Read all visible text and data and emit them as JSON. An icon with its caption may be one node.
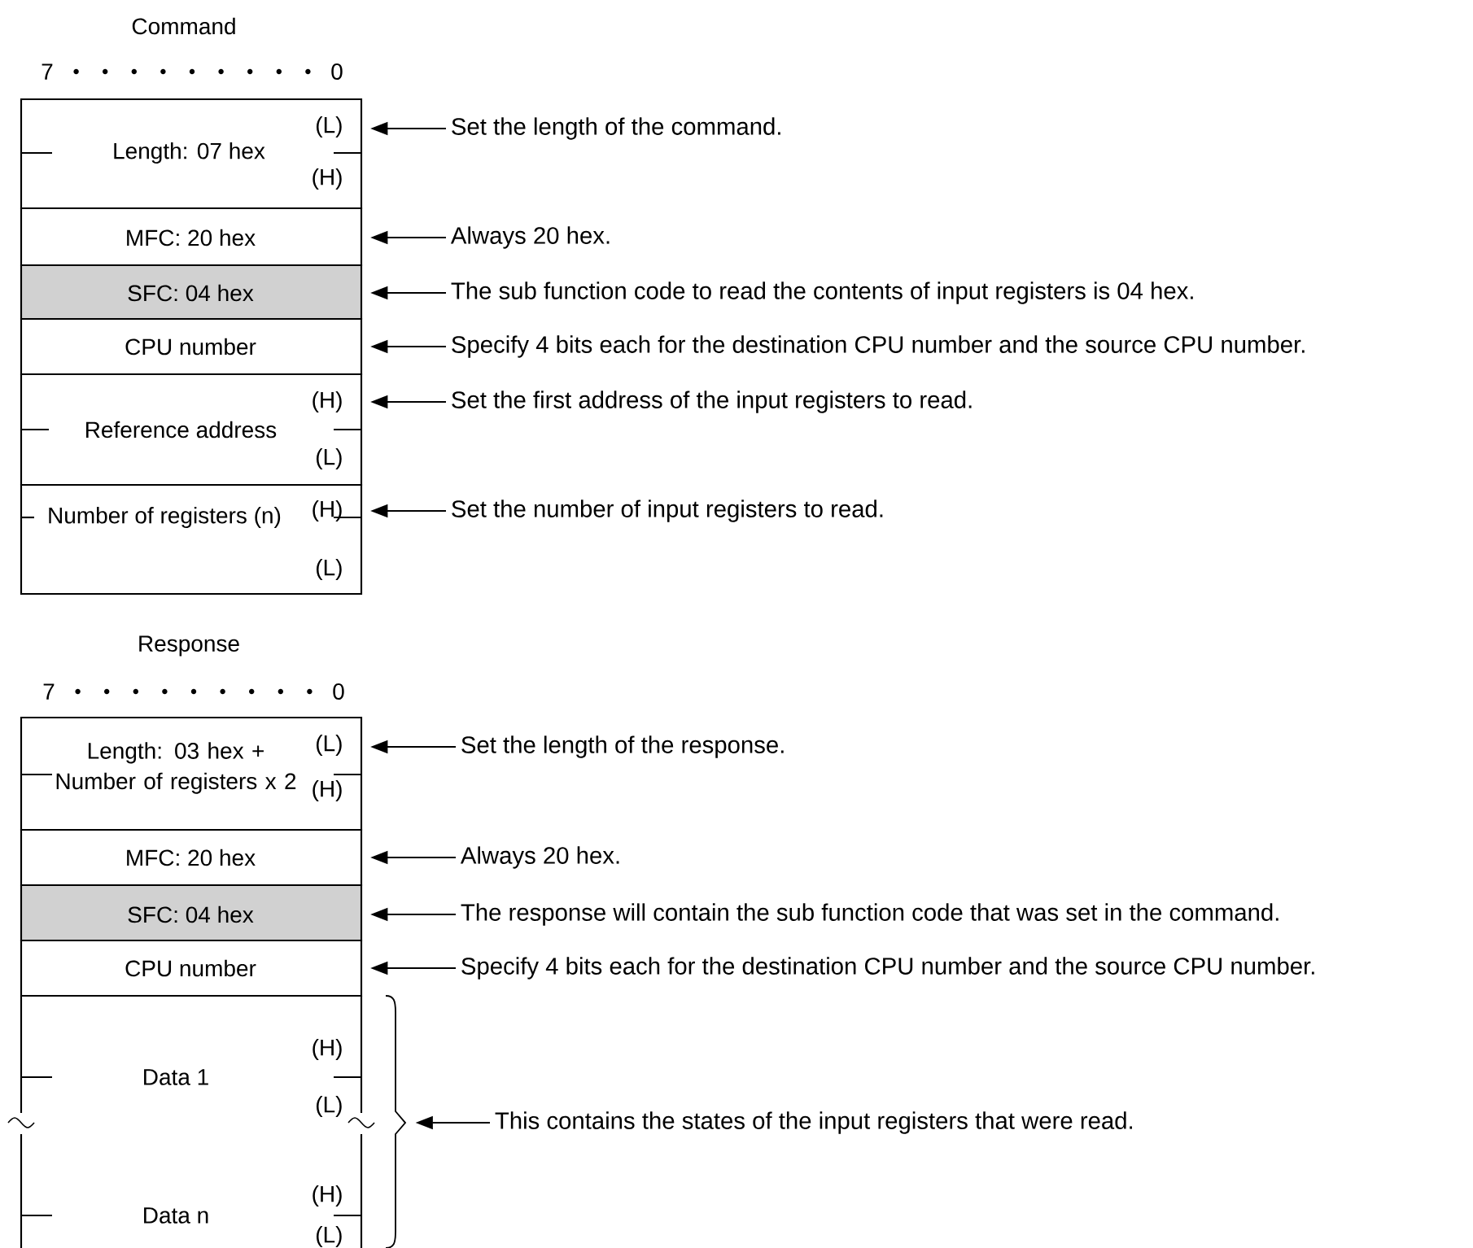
{
  "diagram": {
    "nodes": [
      {
        "text": [
          "Length: 07 hex",
          "(L)",
          "(H)"
        ]
      },
      {
        "text": [
          "Set the length of the command."
        ]
      },
      {
        "text": [
          "MFC: 20 hex"
        ]
      },
      {
        "text": [
          "Always 20 hex."
        ]
      },
      {
        "text": [
          "SFC: 04 hex"
        ]
      },
      {
        "text": [
          "The sub function code to read the contents of input registers is 04 hex."
        ]
      },
      {
        "text": [
          "CPU number"
        ]
      },
      {
        "text": [
          "Specify 4 bits each for the destination CPU number and the source CPU number."
        ]
      },
      {
        "text": [
          "Reference address",
          "(H)",
          "(L)"
        ]
      },
      {
        "text": [
          "Set the first address of the input registers to read."
        ]
      },
      {
        "text": [
          "Number of registers (n)",
          "(H)",
          "(L)"
        ]
      },
      {
        "text": [
          "Set the number of input registers to read."
        ]
      },
      {
        "text": [
          "Length: 03 hex + Number of registers x 2",
          "(L)",
          "(H)"
        ]
      },
      {
        "text": [
          "Set the length of the response."
        ]
      },
      {
        "text": [
          "MFC: 20 hex"
        ]
      },
      {
        "text": [
          "Always 20 hex."
        ]
      },
      {
        "text": [
          "SFC: 04 hex"
        ]
      },
      {
        "text": [
          "The response will contain the sub function code that was set in the command."
        ]
      },
      {
        "text": [
          "CPU number"
        ]
      },
      {
        "text": [
          "Specify 4 bits each for the destination CPU number and the source CPU number."
        ]
      },
      {
        "text": [
          "Data 1",
          "(H)",
          "(L)"
        ]
      },
      {
        "text": [
          "Data n",
          "(H)",
          "(L)"
        ]
      },
      {
        "text": [],
        "shape": "brace"
      },
      {
        "text": [
          "This contains the states of the input registers that were read."
        ]
      }
    ],
    "edges": [
      {
        "from": 1,
        "to": 0,
        "arrow": "to"
      },
      {
        "from": 3,
        "to": 2,
        "arrow": "to"
      },
      {
        "from": 5,
        "to": 4,
        "arrow": "to"
      },
      {
        "from": 7,
        "to": 6,
        "arrow": "to"
      },
      {
        "from": 9,
        "to": 8,
        "arrow": "to"
      },
      {
        "from": 11,
        "to": 10,
        "arrow": "to"
      },
      {
        "from": 13,
        "to": 12,
        "arrow": "to"
      },
      {
        "from": 15,
        "to": 14,
        "arrow": "to"
      },
      {
        "from": 17,
        "to": 16,
        "arrow": "to"
      },
      {
        "from": 19,
        "to": 18,
        "arrow": "to"
      },
      {
        "from": 23,
        "to": 22,
        "arrow": "to"
      }
    ],
    "labels": [
      "Command",
      "7",
      "0",
      "Response",
      "7",
      "0"
    ]
  }
}
